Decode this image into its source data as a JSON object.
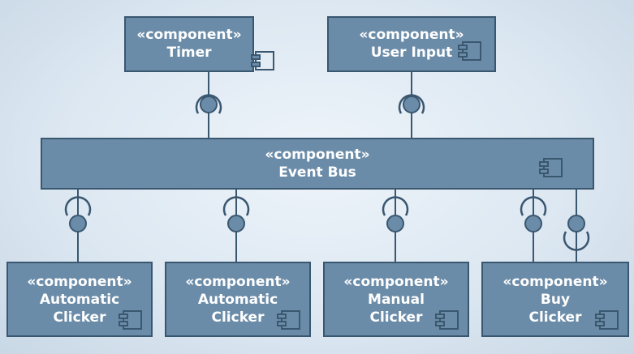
{
  "diagram": {
    "stereotype": "«component»",
    "components": {
      "timer": {
        "name": "Timer"
      },
      "user_input": {
        "name": "User Input"
      },
      "event_bus": {
        "name": "Event Bus"
      },
      "auto_clicker_1": {
        "line1": "Automatic",
        "line2": "Clicker"
      },
      "auto_clicker_2": {
        "line1": "Automatic",
        "line2": "Clicker"
      },
      "manual_clicker": {
        "line1": "Manual",
        "line2": "Clicker"
      },
      "buy_clicker": {
        "line1": "Buy",
        "line2": "Clicker"
      }
    },
    "colors": {
      "box_fill": "#6b8ca8",
      "box_border": "#3a5770",
      "text": "#ffffff"
    }
  }
}
